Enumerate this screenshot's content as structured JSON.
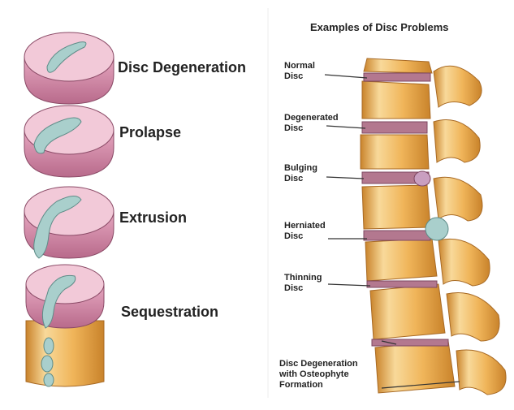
{
  "panel_title": "Examples of Disc Problems",
  "disc_stages": [
    {
      "label": "Disc Degeneration"
    },
    {
      "label": "Prolapse"
    },
    {
      "label": "Extrusion"
    },
    {
      "label": "Sequestration"
    }
  ],
  "spine_labels": [
    {
      "line1": "Normal",
      "line2": "Disc"
    },
    {
      "line1": "Degenerated",
      "line2": "Disc"
    },
    {
      "line1": "Bulging",
      "line2": "Disc"
    },
    {
      "line1": "Herniated",
      "line2": "Disc"
    },
    {
      "line1": "Thinning",
      "line2": "Disc"
    },
    {
      "line1": "Disc Degeneration",
      "line2": "with Osteophyte",
      "line3": "Formation"
    }
  ],
  "colors": {
    "disc_ring": "#d98fae",
    "disc_top": "#f2c9d8",
    "nucleus": "#a9cfcc",
    "bone": "#f0b55a",
    "bone_light": "#f8d99a",
    "bone_dark": "#c9832b",
    "disc_band": "#b3788f"
  }
}
